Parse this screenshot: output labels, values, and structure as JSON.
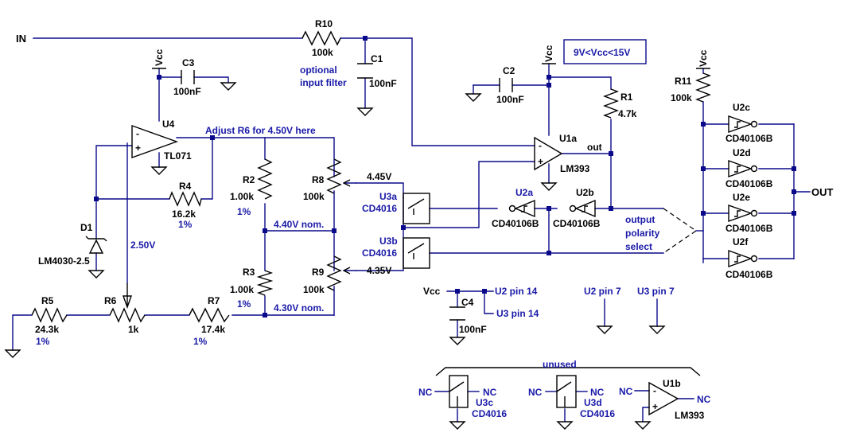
{
  "signals": {
    "in": "IN",
    "out": "OUT",
    "vcc": "Vcc",
    "nc": "NC"
  },
  "components": {
    "R10": {
      "ref": "R10",
      "value": "100k"
    },
    "C1": {
      "ref": "C1",
      "value": "100nF"
    },
    "C2": {
      "ref": "C2",
      "value": "100nF"
    },
    "C3": {
      "ref": "C3",
      "value": "100nF"
    },
    "C4": {
      "ref": "C4",
      "value": "100nF"
    },
    "R1": {
      "ref": "R1",
      "value": "4.7k"
    },
    "R11": {
      "ref": "R11",
      "value": "100k"
    },
    "U4": {
      "ref": "U4",
      "part": "TL071"
    },
    "U1a": {
      "ref": "U1a",
      "part": "LM393"
    },
    "U1b": {
      "ref": "U1b",
      "part": "LM393"
    },
    "R4": {
      "ref": "R4",
      "value": "16.2k",
      "tol": "1%"
    },
    "R2": {
      "ref": "R2",
      "value": "1.00k",
      "tol": "1%"
    },
    "R3": {
      "ref": "R3",
      "value": "1.00k",
      "tol": "1%"
    },
    "R8": {
      "ref": "R8",
      "value": "100k"
    },
    "R9": {
      "ref": "R9",
      "value": "100k"
    },
    "D1": {
      "ref": "D1",
      "part": "LM4030-2.5"
    },
    "R5": {
      "ref": "R5",
      "value": "24.3k",
      "tol": "1%"
    },
    "R6": {
      "ref": "R6",
      "value": "1k"
    },
    "R7": {
      "ref": "R7",
      "value": "17.4k",
      "tol": "1%"
    },
    "U3a": {
      "ref": "U3a",
      "part": "CD4016"
    },
    "U3b": {
      "ref": "U3b",
      "part": "CD4016"
    },
    "U3c": {
      "ref": "U3c",
      "part": "CD4016"
    },
    "U3d": {
      "ref": "U3d",
      "part": "CD4016"
    },
    "U2a": {
      "ref": "U2a",
      "part": "CD40106B"
    },
    "U2b": {
      "ref": "U2b",
      "part": "CD40106B"
    },
    "U2c": {
      "ref": "U2c",
      "part": "CD40106B"
    },
    "U2d": {
      "ref": "U2d",
      "part": "CD40106B"
    },
    "U2e": {
      "ref": "U2e",
      "part": "CD40106B"
    },
    "U2f": {
      "ref": "U2f",
      "part": "CD40106B"
    }
  },
  "annotations": {
    "optional_filter": [
      "optional",
      "input filter"
    ],
    "vcc_range": "9V<Vcc<15V",
    "adjust": "Adjust R6 for 4.50V here",
    "v445": "4.45V",
    "v440": "4.40V nom.",
    "v435": "4.35V",
    "v430": "4.30V nom.",
    "v250": "2.50V",
    "out_label": "out",
    "polarity": [
      "output",
      "polarity",
      "select"
    ],
    "u2_pin14": "U2 pin 14",
    "u3_pin14": "U3 pin 14",
    "u2_pin7": "U2 pin 7",
    "u3_pin7": "U3 pin 7",
    "unused": "unused"
  },
  "colors": {
    "wire": "#0a0a8a",
    "note": "#1a1aa8",
    "label": "#000000"
  }
}
